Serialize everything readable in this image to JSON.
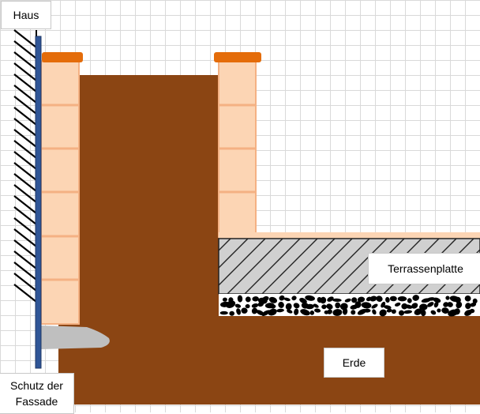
{
  "labels": {
    "haus": "Haus",
    "terrassenplatte": "Terrassenplatte",
    "erde": "Erde",
    "schutz_line1": "Schutz der",
    "schutz_line2": "Fassade"
  },
  "colors": {
    "soil": "#8b4513",
    "brick": "#fcd5b4",
    "brick_line": "#f4b183",
    "cap": "#e46c0a",
    "slab": "#d0d0d0",
    "barrier": "#2f5597",
    "gravel_patch": "#bfbfbf"
  }
}
